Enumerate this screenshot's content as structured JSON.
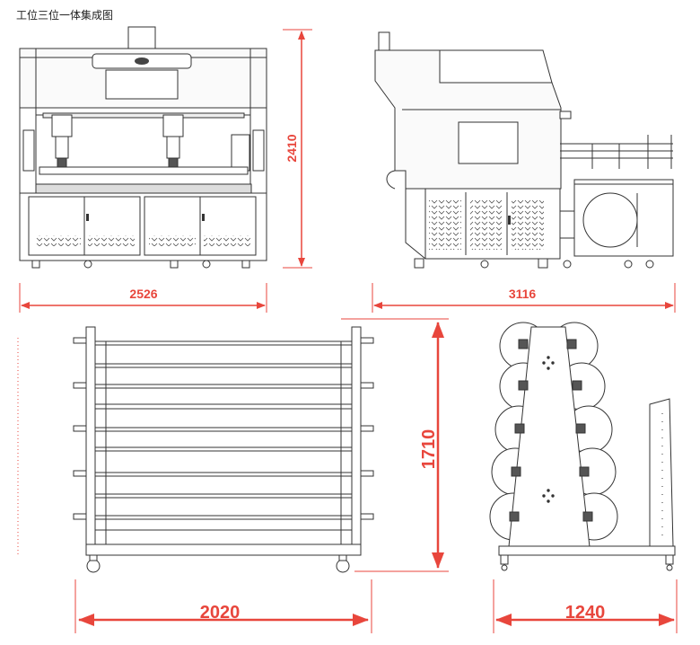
{
  "title": "工位三位一体集成图",
  "dimensions": {
    "front_width": "2526",
    "front_height": "2410",
    "side_width": "3116",
    "rack_front_width": "2020",
    "rack_front_height": "1710",
    "rack_side_width": "1240"
  },
  "colors": {
    "dimension": "#e8463c",
    "line": "#333333",
    "panel": "#f4f4f4"
  }
}
